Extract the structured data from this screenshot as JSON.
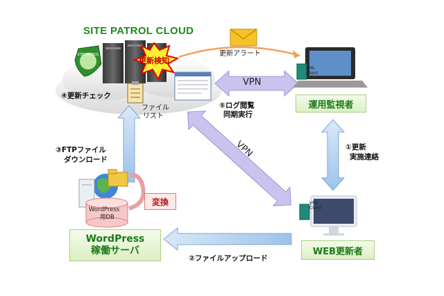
{
  "title": "SITE PATROL CLOUD",
  "logo_text": "SITE PATROL CLOUD",
  "alert_badge": "更新検知",
  "update_alert": "更新アラート",
  "vpn_top": "VPN",
  "vpn_diag": "VPN",
  "vpn_client_label": "VPN Client",
  "step4": "④更新チェック",
  "file_list_line1": "ファイル",
  "file_list_line2": "リスト",
  "step5_line1": "⑤ログ閲覧",
  "step5_line2": "同期実行",
  "operator_box": "運用監視者",
  "step1_line1": "①更新",
  "step1_line2": "実施連絡",
  "step3_line1": "③FTPファイル",
  "step3_line2": "ダウンロード",
  "convert": "変換",
  "db_line1": "WordPress",
  "db_line2": "用DB",
  "server_box_line1": "WordPress",
  "server_box_line2": "稼働サーバ",
  "step2": "②ファイルアップロード",
  "updater_box": "WEB更新者",
  "colors": {
    "green": "#1a7a1a",
    "arrow_blue": "#9cc3ea",
    "vpn_purple": "#b9b3e6",
    "alert_red": "#e60000"
  }
}
